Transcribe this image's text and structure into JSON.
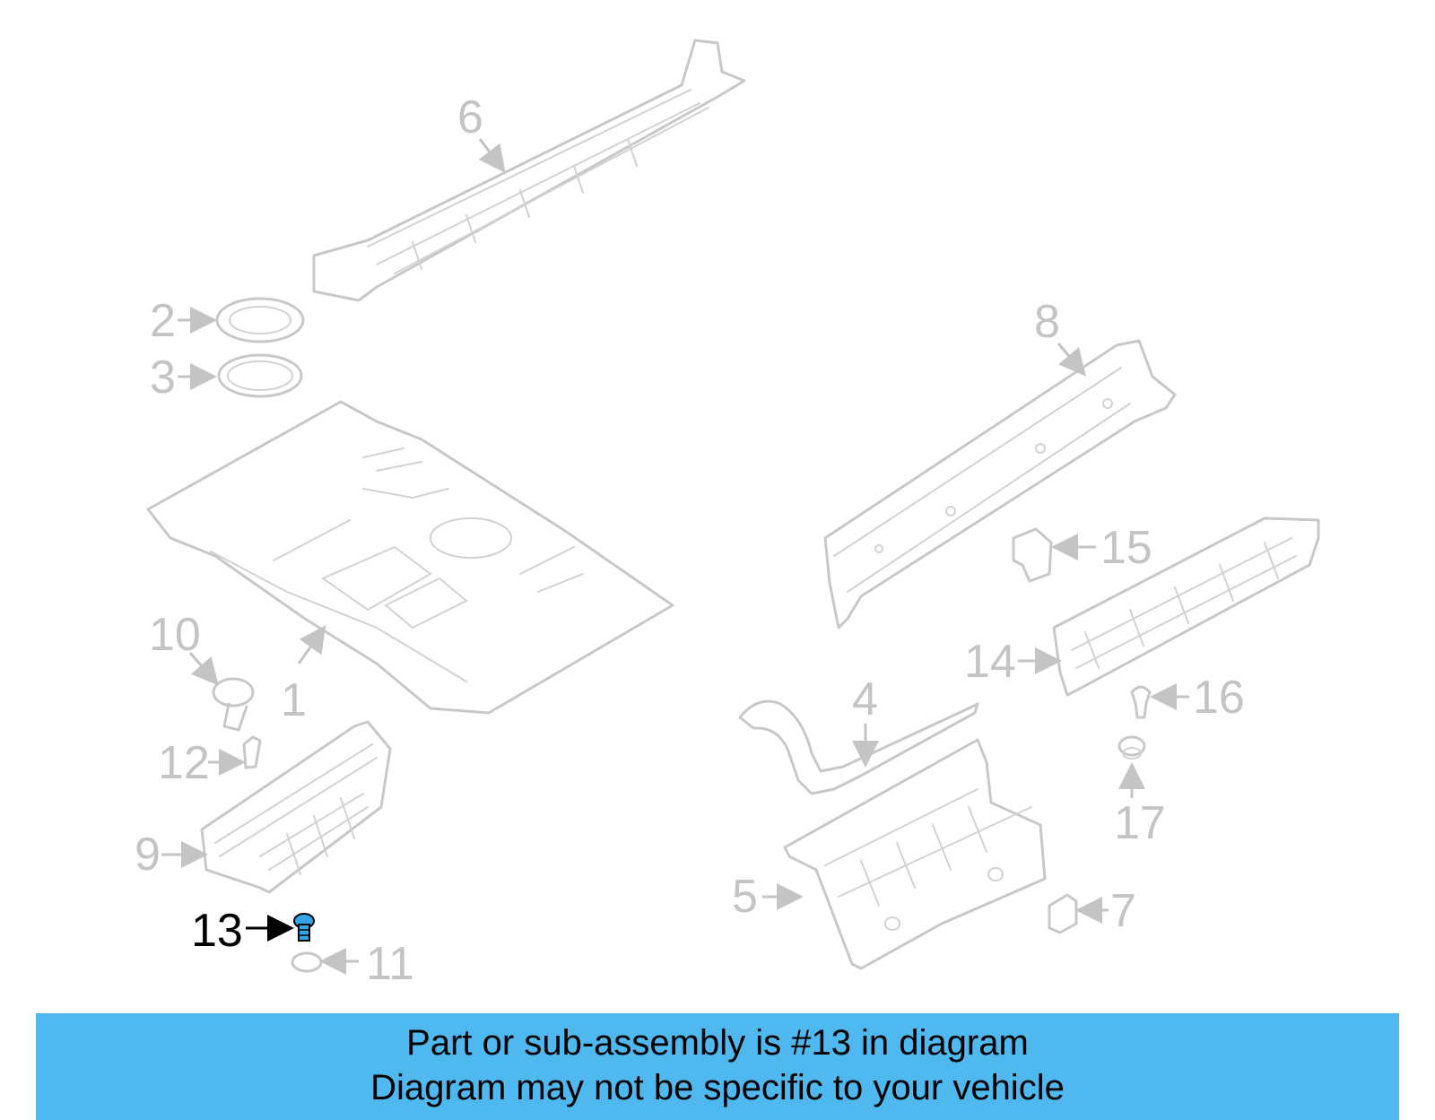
{
  "diagram": {
    "highlight_color": "#2fa7e6",
    "callouts": [
      {
        "id": "c1",
        "label": "1"
      },
      {
        "id": "c2",
        "label": "2"
      },
      {
        "id": "c3",
        "label": "3"
      },
      {
        "id": "c4",
        "label": "4"
      },
      {
        "id": "c5",
        "label": "5"
      },
      {
        "id": "c6",
        "label": "6"
      },
      {
        "id": "c7",
        "label": "7"
      },
      {
        "id": "c8",
        "label": "8"
      },
      {
        "id": "c9",
        "label": "9"
      },
      {
        "id": "c10",
        "label": "10"
      },
      {
        "id": "c11",
        "label": "11"
      },
      {
        "id": "c12",
        "label": "12"
      },
      {
        "id": "c13",
        "label": "13",
        "highlighted": true
      },
      {
        "id": "c14",
        "label": "14"
      },
      {
        "id": "c15",
        "label": "15"
      },
      {
        "id": "c16",
        "label": "16"
      },
      {
        "id": "c17",
        "label": "17"
      }
    ]
  },
  "banner": {
    "line1": "Part or sub-assembly is #13 in diagram",
    "line2": "Diagram may not be specific to your vehicle",
    "background": "#4fb8ef"
  }
}
